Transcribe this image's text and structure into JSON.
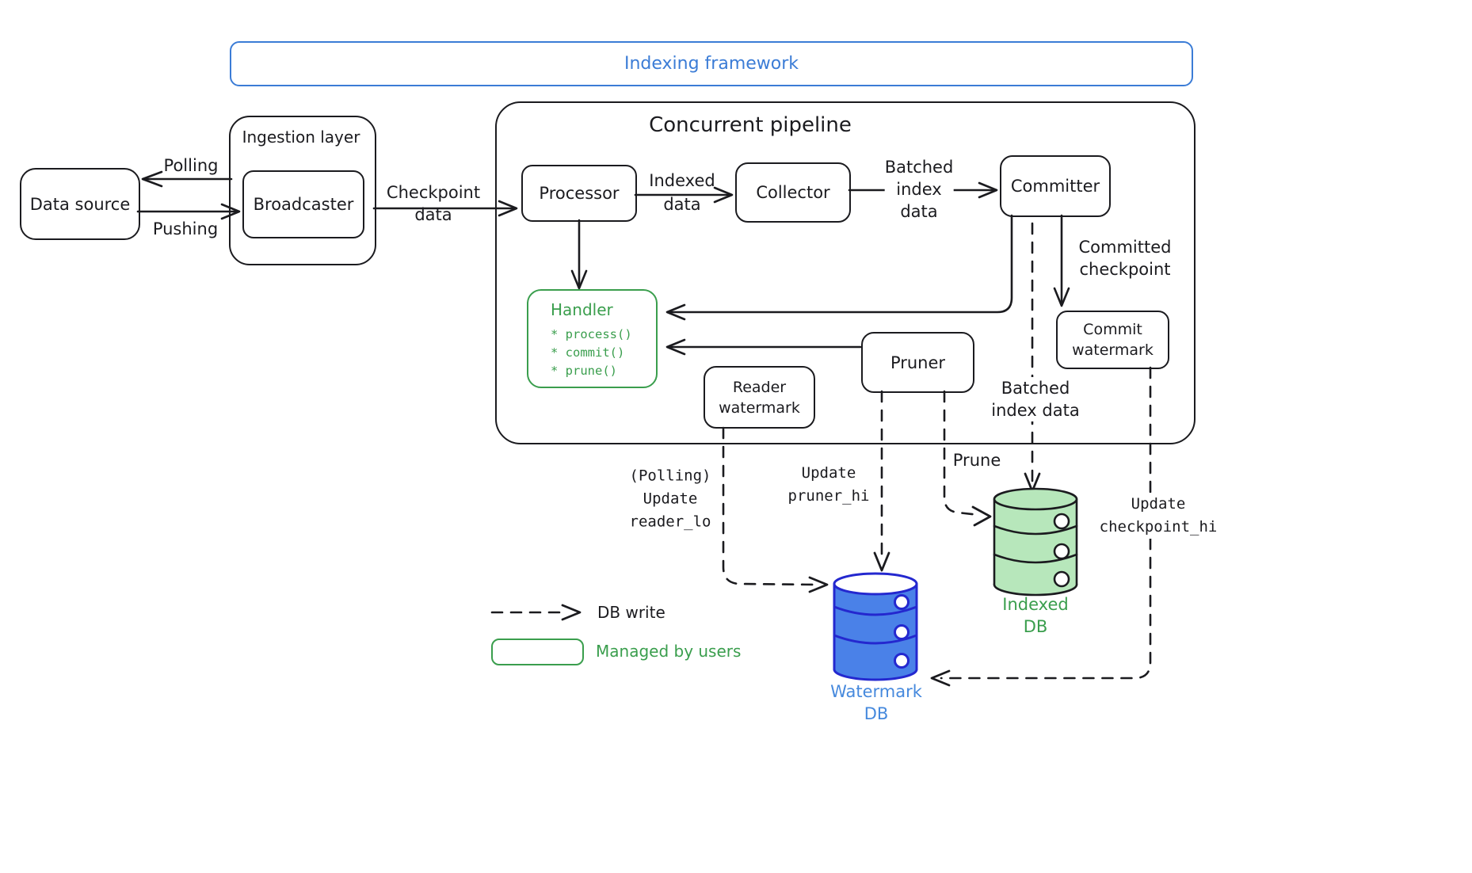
{
  "banner": {
    "title": "Indexing framework"
  },
  "nodes": {
    "data_source": "Data source",
    "ingestion_layer": "Ingestion layer",
    "broadcaster": "Broadcaster",
    "pipeline": "Concurrent pipeline",
    "processor": "Processor",
    "collector": "Collector",
    "committer": "Committer",
    "handler": {
      "title": "Handler",
      "methods": [
        "* process()",
        "* commit()",
        "* prune()"
      ]
    },
    "reader_watermark": [
      "Reader",
      "watermark"
    ],
    "pruner": "Pruner",
    "commit_watermark": [
      "Commit",
      "watermark"
    ]
  },
  "edges": {
    "polling": "Polling",
    "pushing": "Pushing",
    "checkpoint_data": [
      "Checkpoint",
      "data"
    ],
    "indexed_data": [
      "Indexed",
      "data"
    ],
    "batched_index_data": [
      "Batched",
      "index",
      "data"
    ],
    "committed_checkpoint": [
      "Committed",
      "checkpoint"
    ],
    "batched_index_data_2": [
      "Batched",
      "index data"
    ],
    "prune": "Prune",
    "update_pruner_hi": [
      "Update",
      "pruner_hi"
    ],
    "polling_update_reader_lo": [
      "(Polling)",
      "Update",
      "reader_lo"
    ],
    "update_checkpoint_hi": [
      "Update",
      "checkpoint_hi"
    ]
  },
  "databases": {
    "watermark_db": [
      "Watermark",
      "DB"
    ],
    "indexed_db": [
      "Indexed",
      "DB"
    ]
  },
  "legend": {
    "db_write": "DB write",
    "managed_by_users": "Managed by users"
  },
  "colors": {
    "ink": "#1b1b1f",
    "blue_accent": "#3b7cd6",
    "blue_db_fill": "#4a81e8",
    "blue_db_stroke": "#2428cf",
    "blue_db_label": "#4689dd",
    "green_accent": "#3a9e4d",
    "green_db_fill": "#b7e7bb"
  }
}
